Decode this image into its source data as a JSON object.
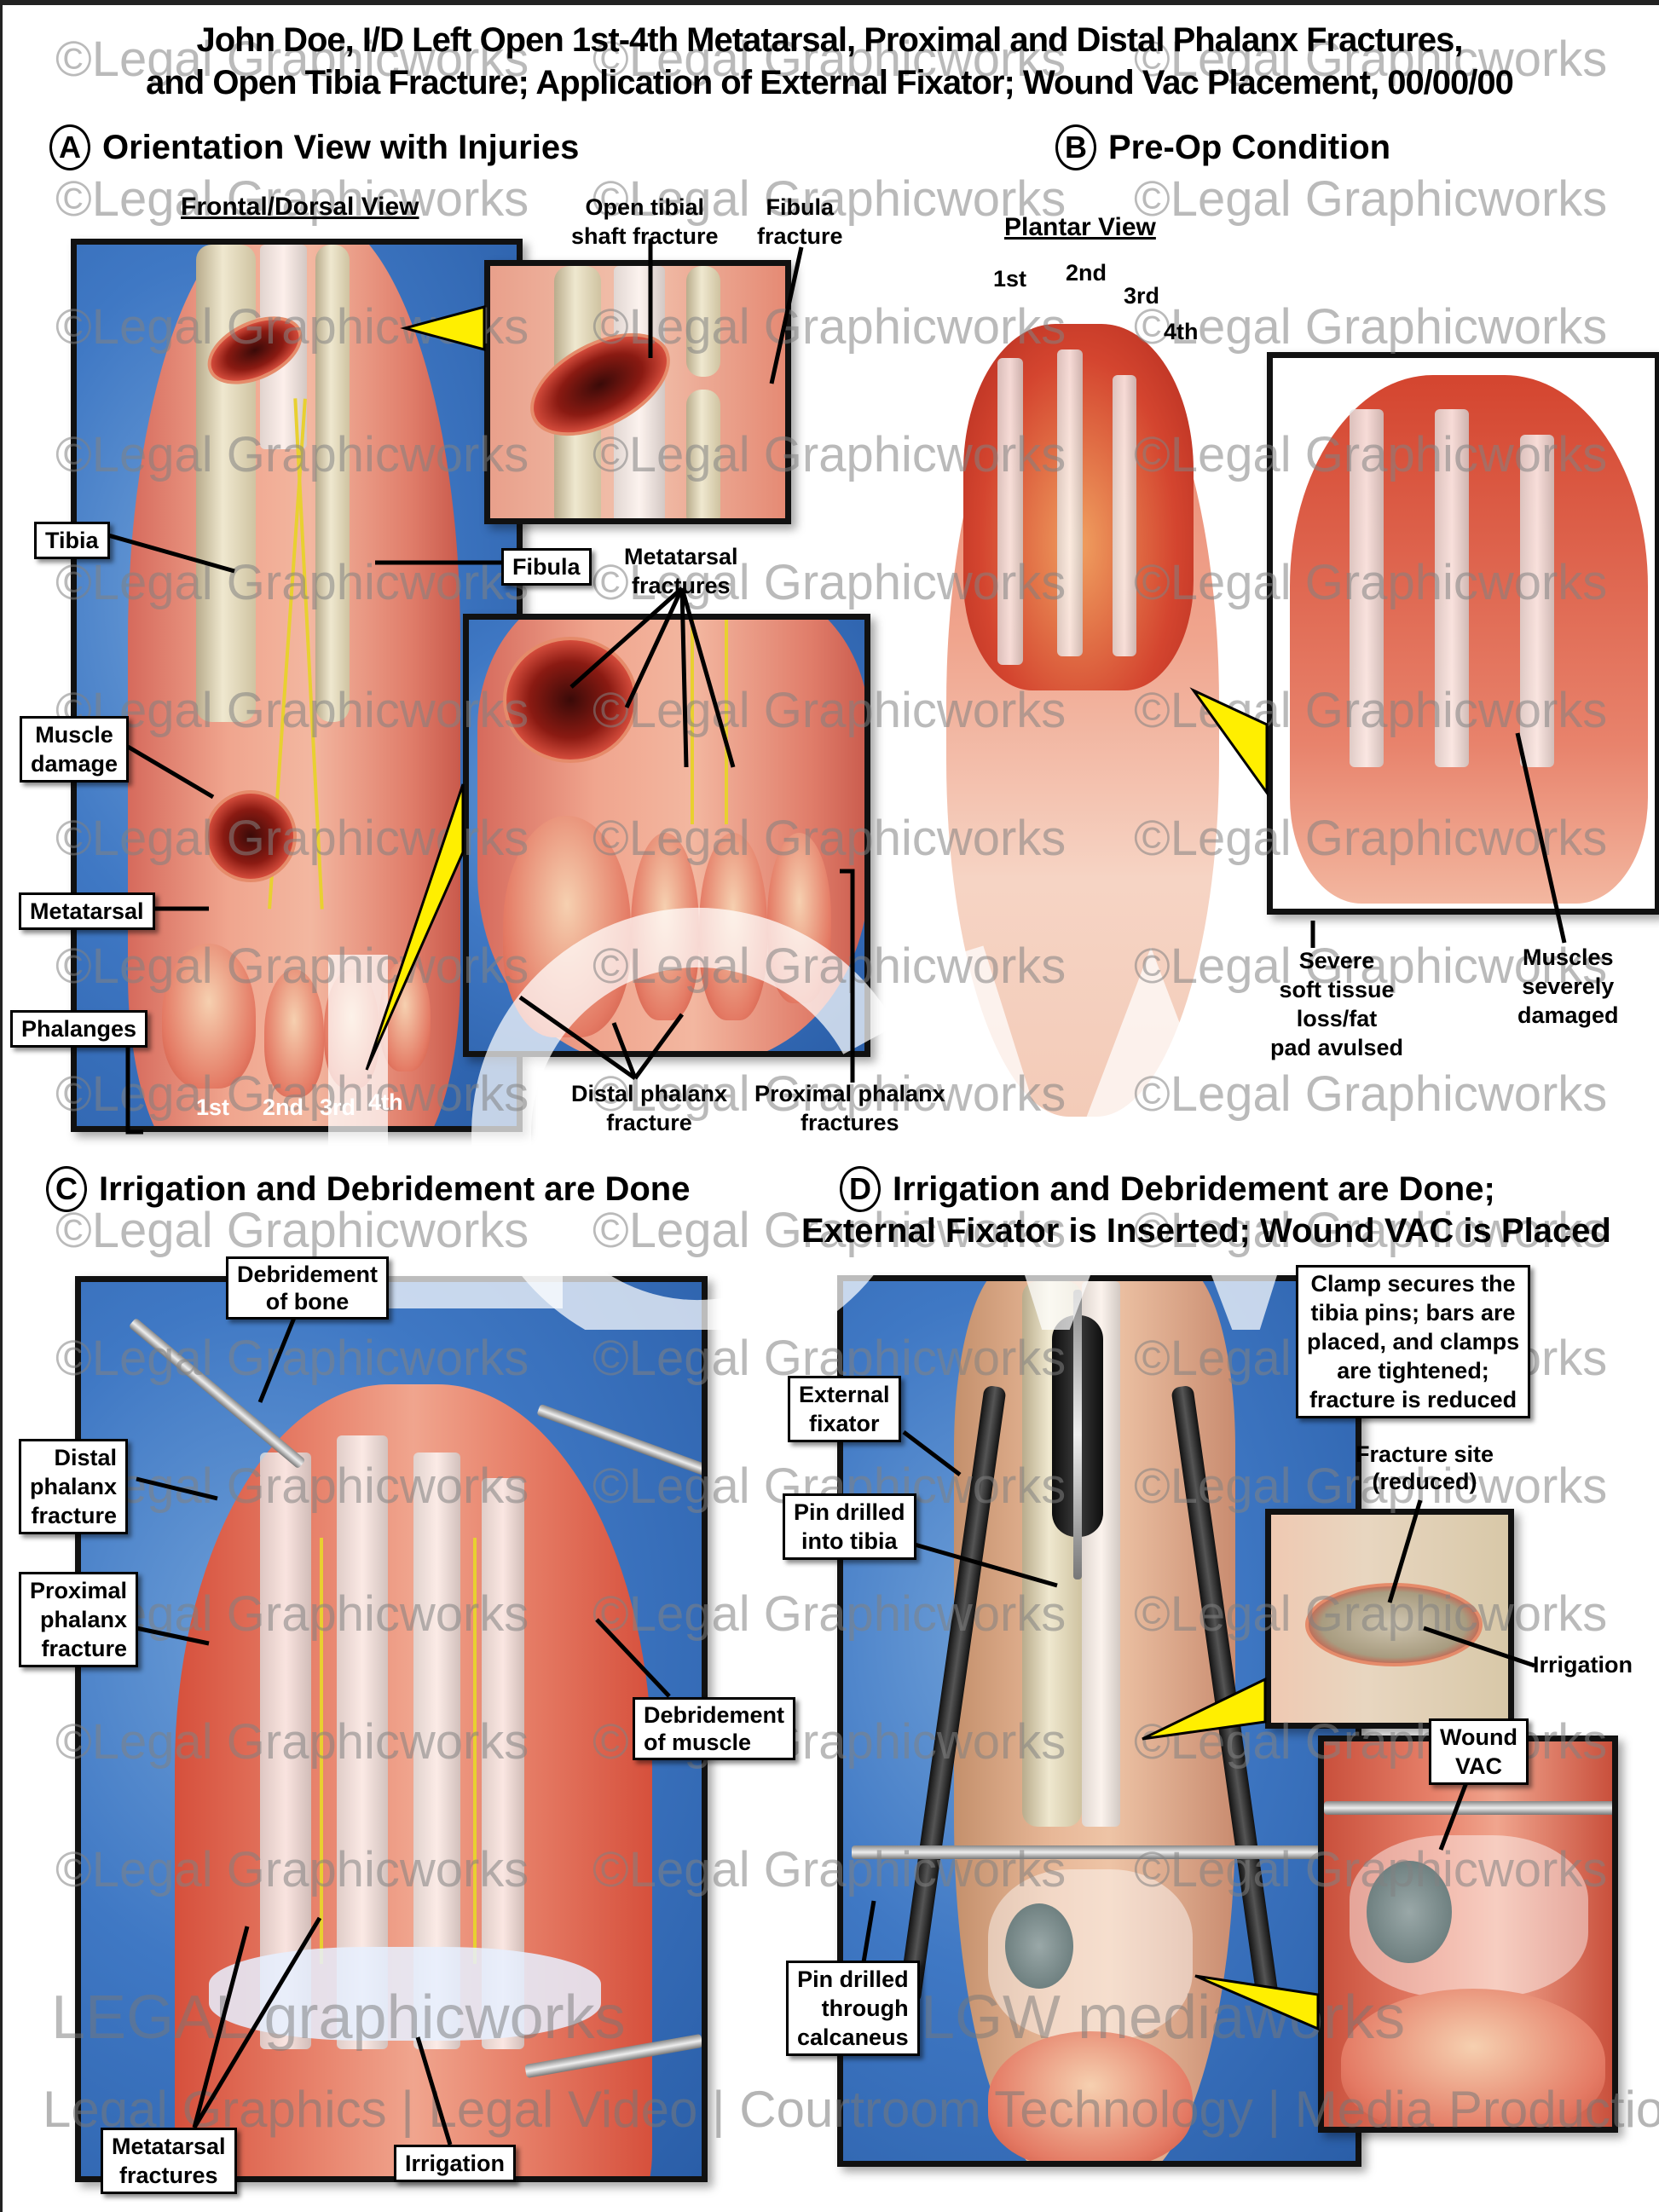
{
  "title": {
    "line1": "John Doe, I/D Left Open 1st-4th Metatarsal, Proximal and Distal Phalanx Fractures,",
    "line2": "and Open Tibia Fracture; Application of External Fixator; Wound Vac Placement, 00/00/00"
  },
  "watermark": {
    "text": "©Legal Graphicworks",
    "tagline": "Legal Graphics | Legal Video | Courtroom Technology | Media Production",
    "brand_left": "LEGAL graphicworks",
    "brand_right": "LGW mediaworks",
    "logo": "LGW"
  },
  "panel_a": {
    "letter": "A",
    "heading": "Orientation View with Injuries",
    "view_label": "Frontal/Dorsal View",
    "labels": {
      "open_tibial": "Open tibial shaft fracture",
      "open_tibial_l1": "Open tibial",
      "open_tibial_l2": "shaft fracture",
      "fibula_fracture_l1": "Fibula",
      "fibula_fracture_l2": "fracture",
      "tibia": "Tibia",
      "fibula": "Fibula",
      "muscle_damage_l1": "Muscle",
      "muscle_damage_l2": "damage",
      "metatarsal": "Metatarsal",
      "phalanges": "Phalanges",
      "metatarsal_fractures_l1": "Metatarsal",
      "metatarsal_fractures_l2": "fractures",
      "distal_phalanx_l1": "Distal phalanx",
      "distal_phalanx_l2": "fracture",
      "proximal_phalanx_l1": "Proximal phalanx",
      "proximal_phalanx_l2": "fractures"
    },
    "toes": [
      "1st",
      "2nd",
      "3rd",
      "4th"
    ]
  },
  "panel_b": {
    "letter": "B",
    "heading": "Pre-Op Condition",
    "view_label": "Plantar View",
    "toes": [
      "1st",
      "2nd",
      "3rd",
      "4th"
    ],
    "labels": {
      "soft_tissue": [
        "Severe",
        "soft tissue",
        "loss/fat",
        "pad avulsed"
      ],
      "muscles": [
        "Muscles",
        "severely",
        "damaged"
      ]
    }
  },
  "panel_c": {
    "letter": "C",
    "heading": "Irrigation and Debridement are Done",
    "labels": {
      "debridement_bone": [
        "Debridement",
        "of bone"
      ],
      "distal_phalanx": [
        "Distal",
        "phalanx",
        "fracture"
      ],
      "proximal_phalanx": [
        "Proximal",
        "phalanx",
        "fracture"
      ],
      "debridement_muscle": [
        "Debridement",
        "of muscle"
      ],
      "metatarsal_fractures": [
        "Metatarsal",
        "fractures"
      ],
      "irrigation": "Irrigation"
    }
  },
  "panel_d": {
    "letter": "D",
    "heading_l1": "Irrigation and Debridement are Done;",
    "heading_l2": "External Fixator is Inserted; Wound VAC is Placed",
    "labels": {
      "external_fixator": [
        "External",
        "fixator"
      ],
      "pin_tibia": [
        "Pin drilled",
        "into tibia"
      ],
      "pin_calcaneus": [
        "Pin drilled",
        "through",
        "calcaneus"
      ],
      "clamp_note": [
        "Clamp secures the",
        "tibia pins; bars are",
        "placed, and clamps",
        "are tightened;",
        "fracture is reduced"
      ],
      "fracture_site": [
        "Fracture site",
        "(reduced)"
      ],
      "irrigation": "Irrigation",
      "wound_vac": [
        "Wound",
        "VAC"
      ]
    }
  },
  "colors": {
    "drape_blue": "#3f78c4",
    "pointer_yellow": "#ffef00",
    "skin_red": "#e07d6a"
  }
}
